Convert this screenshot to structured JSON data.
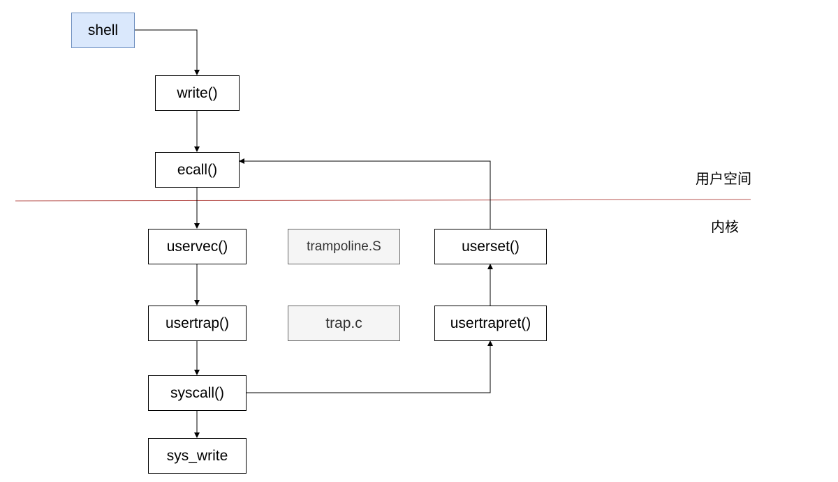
{
  "diagram": {
    "nodes": {
      "shell": "shell",
      "write": "write()",
      "ecall": "ecall()",
      "uservec": "uservec()",
      "trampoline": "trampoline.S",
      "userset": "userset()",
      "usertrap": "usertrap()",
      "trapc": "trap.c",
      "usertrapret": "usertrapret()",
      "syscall": "syscall()",
      "sys_write": "sys_write"
    },
    "zones": {
      "user_space": "用户空间",
      "kernel": "内核"
    },
    "colors": {
      "shell_fill": "#dae8fc",
      "shell_border": "#6c8ebf",
      "file_fill": "#f5f5f5",
      "file_border": "#666666",
      "divider": "#b85450",
      "edge": "#000000"
    }
  }
}
